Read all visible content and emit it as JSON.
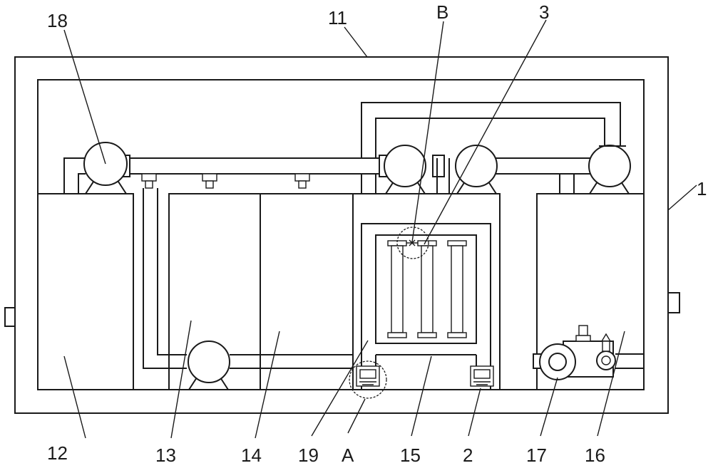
{
  "labels": {
    "housing": "1",
    "lid": "11",
    "tank_left": "12",
    "tank_mid1": "13",
    "tank_mid2": "14",
    "filter_frame": "15",
    "tank_right": "16",
    "motor": "17",
    "pump_top": "18",
    "bracket": "19",
    "foot_right": "2",
    "filter_tubes": "3",
    "detail_a": "A",
    "detail_b": "B"
  }
}
